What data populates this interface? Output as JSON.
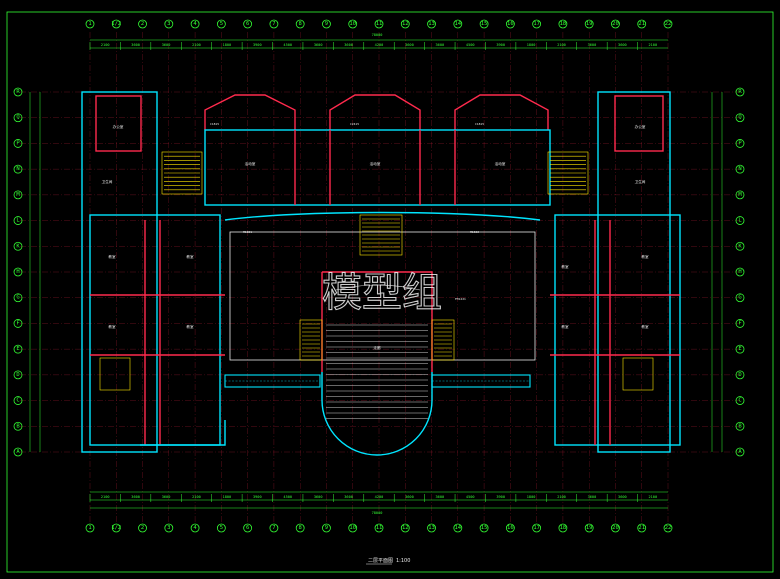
{
  "drawing": {
    "watermark": "模型组",
    "title": "二层平面图",
    "scale": "1:100",
    "overall_dim": "78000",
    "colors": {
      "background": "#000000",
      "grid": "#33ff33",
      "wall_cyan": "#00e5ff",
      "wall_red": "#ff2a4d",
      "stair": "#ffe600",
      "text": "#e8e8e8"
    }
  },
  "axes_top": [
    "1",
    "1/2",
    "2",
    "3",
    "4",
    "5",
    "6",
    "7",
    "8",
    "9",
    "10",
    "11",
    "12",
    "13",
    "14",
    "15",
    "16",
    "17",
    "18",
    "19",
    "20",
    "21",
    "22"
  ],
  "axes_side": [
    "R",
    "Q",
    "P",
    "N",
    "M",
    "L",
    "K",
    "H",
    "G",
    "F",
    "E",
    "D",
    "C",
    "B",
    "A"
  ],
  "dims_top": [
    "2100",
    "3600",
    "3600",
    "2100",
    "1800",
    "3900",
    "4500",
    "3600",
    "3600",
    "4200",
    "3600",
    "3600",
    "4500",
    "3900",
    "1800",
    "2100",
    "3600",
    "3600",
    "2100"
  ],
  "rooms": {
    "office": "办公室",
    "classroom": "教室",
    "toilet": "卫生间",
    "corridor": "走廊",
    "activity": "活动室"
  },
  "doors": [
    "M1021",
    "M1522",
    "C1815",
    "C2415",
    "FM1221"
  ]
}
